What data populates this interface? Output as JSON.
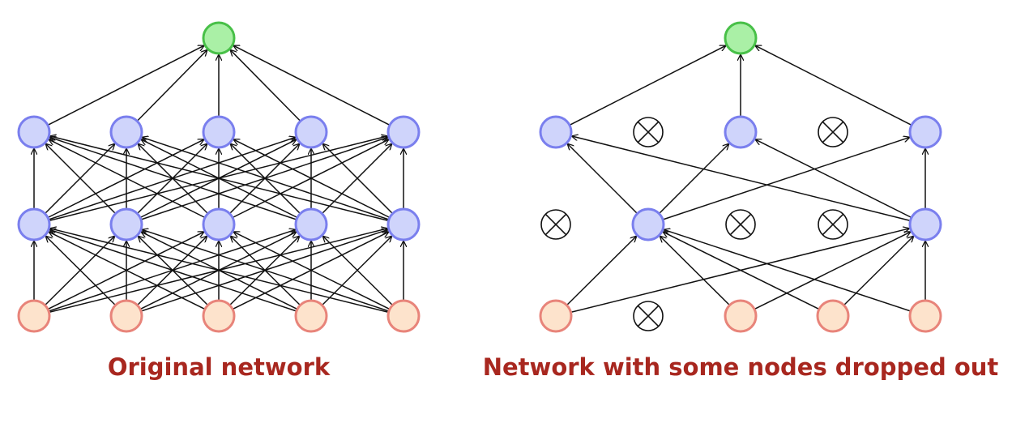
{
  "colors": {
    "input_fill": "#fde3cc",
    "input_stroke": "#e8847a",
    "hidden_fill": "#cfd4fb",
    "hidden_stroke": "#7a7fee",
    "output_fill": "#aaf0a6",
    "output_stroke": "#48c048",
    "edge": "#111111",
    "dropped_stroke": "#111111",
    "caption": "#a8271f"
  },
  "diagrams": [
    {
      "caption": "Original network",
      "layers": [
        {
          "role": "input",
          "nodes": [
            {
              "dropped": false
            },
            {
              "dropped": false
            },
            {
              "dropped": false
            },
            {
              "dropped": false
            },
            {
              "dropped": false
            }
          ]
        },
        {
          "role": "hidden",
          "nodes": [
            {
              "dropped": false
            },
            {
              "dropped": false
            },
            {
              "dropped": false
            },
            {
              "dropped": false
            },
            {
              "dropped": false
            }
          ]
        },
        {
          "role": "hidden",
          "nodes": [
            {
              "dropped": false
            },
            {
              "dropped": false
            },
            {
              "dropped": false
            },
            {
              "dropped": false
            },
            {
              "dropped": false
            }
          ]
        },
        {
          "role": "output",
          "nodes": [
            {
              "dropped": false
            }
          ]
        }
      ]
    },
    {
      "caption": "Network with some nodes dropped out",
      "layers": [
        {
          "role": "input",
          "nodes": [
            {
              "dropped": false
            },
            {
              "dropped": true
            },
            {
              "dropped": false
            },
            {
              "dropped": false
            },
            {
              "dropped": false
            }
          ]
        },
        {
          "role": "hidden",
          "nodes": [
            {
              "dropped": true
            },
            {
              "dropped": false
            },
            {
              "dropped": true
            },
            {
              "dropped": true
            },
            {
              "dropped": false
            }
          ]
        },
        {
          "role": "hidden",
          "nodes": [
            {
              "dropped": false
            },
            {
              "dropped": true
            },
            {
              "dropped": false
            },
            {
              "dropped": true
            },
            {
              "dropped": false
            }
          ]
        },
        {
          "role": "output",
          "nodes": [
            {
              "dropped": false
            }
          ]
        }
      ]
    }
  ]
}
